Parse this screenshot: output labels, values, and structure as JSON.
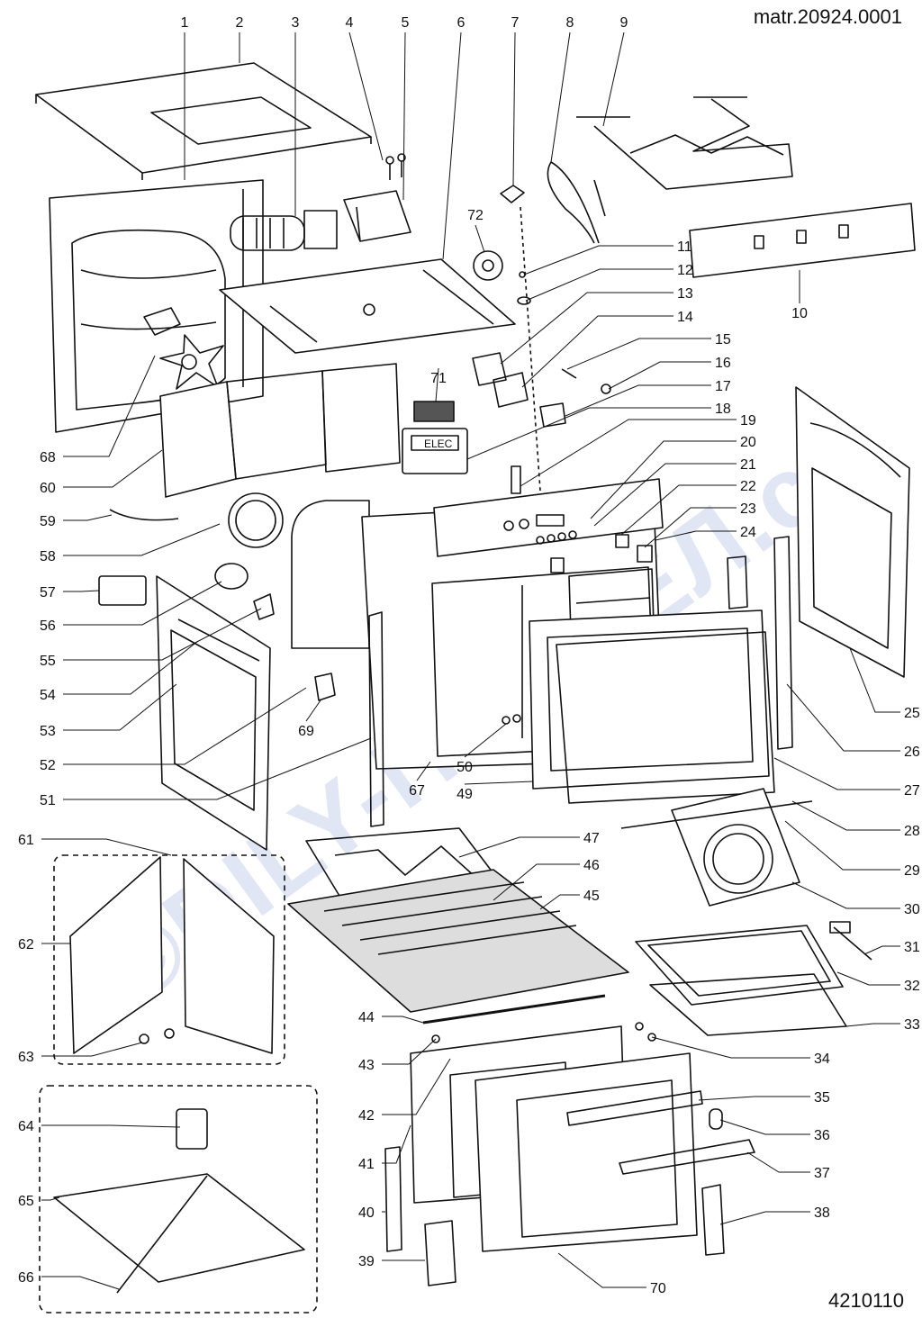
{
  "header": {
    "doc_ref": "matr.20924.0001"
  },
  "footer": {
    "drawing_number": "4210110"
  },
  "watermark": {
    "text": "©DILY-ПРОДЕЛ.cz"
  },
  "display_label": "ELEC",
  "colors": {
    "line": "#111111",
    "watermark": "#c9d3ee",
    "background": "#ffffff"
  },
  "callouts": [
    "1",
    "2",
    "3",
    "4",
    "5",
    "6",
    "7",
    "8",
    "9",
    "10",
    "11",
    "12",
    "13",
    "14",
    "15",
    "16",
    "17",
    "18",
    "19",
    "20",
    "21",
    "22",
    "23",
    "24",
    "25",
    "26",
    "27",
    "28",
    "29",
    "30",
    "31",
    "32",
    "33",
    "34",
    "35",
    "36",
    "37",
    "38",
    "39",
    "40",
    "41",
    "42",
    "43",
    "44",
    "45",
    "46",
    "47",
    "49",
    "50",
    "51",
    "52",
    "53",
    "54",
    "55",
    "56",
    "57",
    "58",
    "59",
    "60",
    "61",
    "62",
    "63",
    "64",
    "65",
    "66",
    "67",
    "68",
    "69",
    "70",
    "71",
    "72"
  ]
}
